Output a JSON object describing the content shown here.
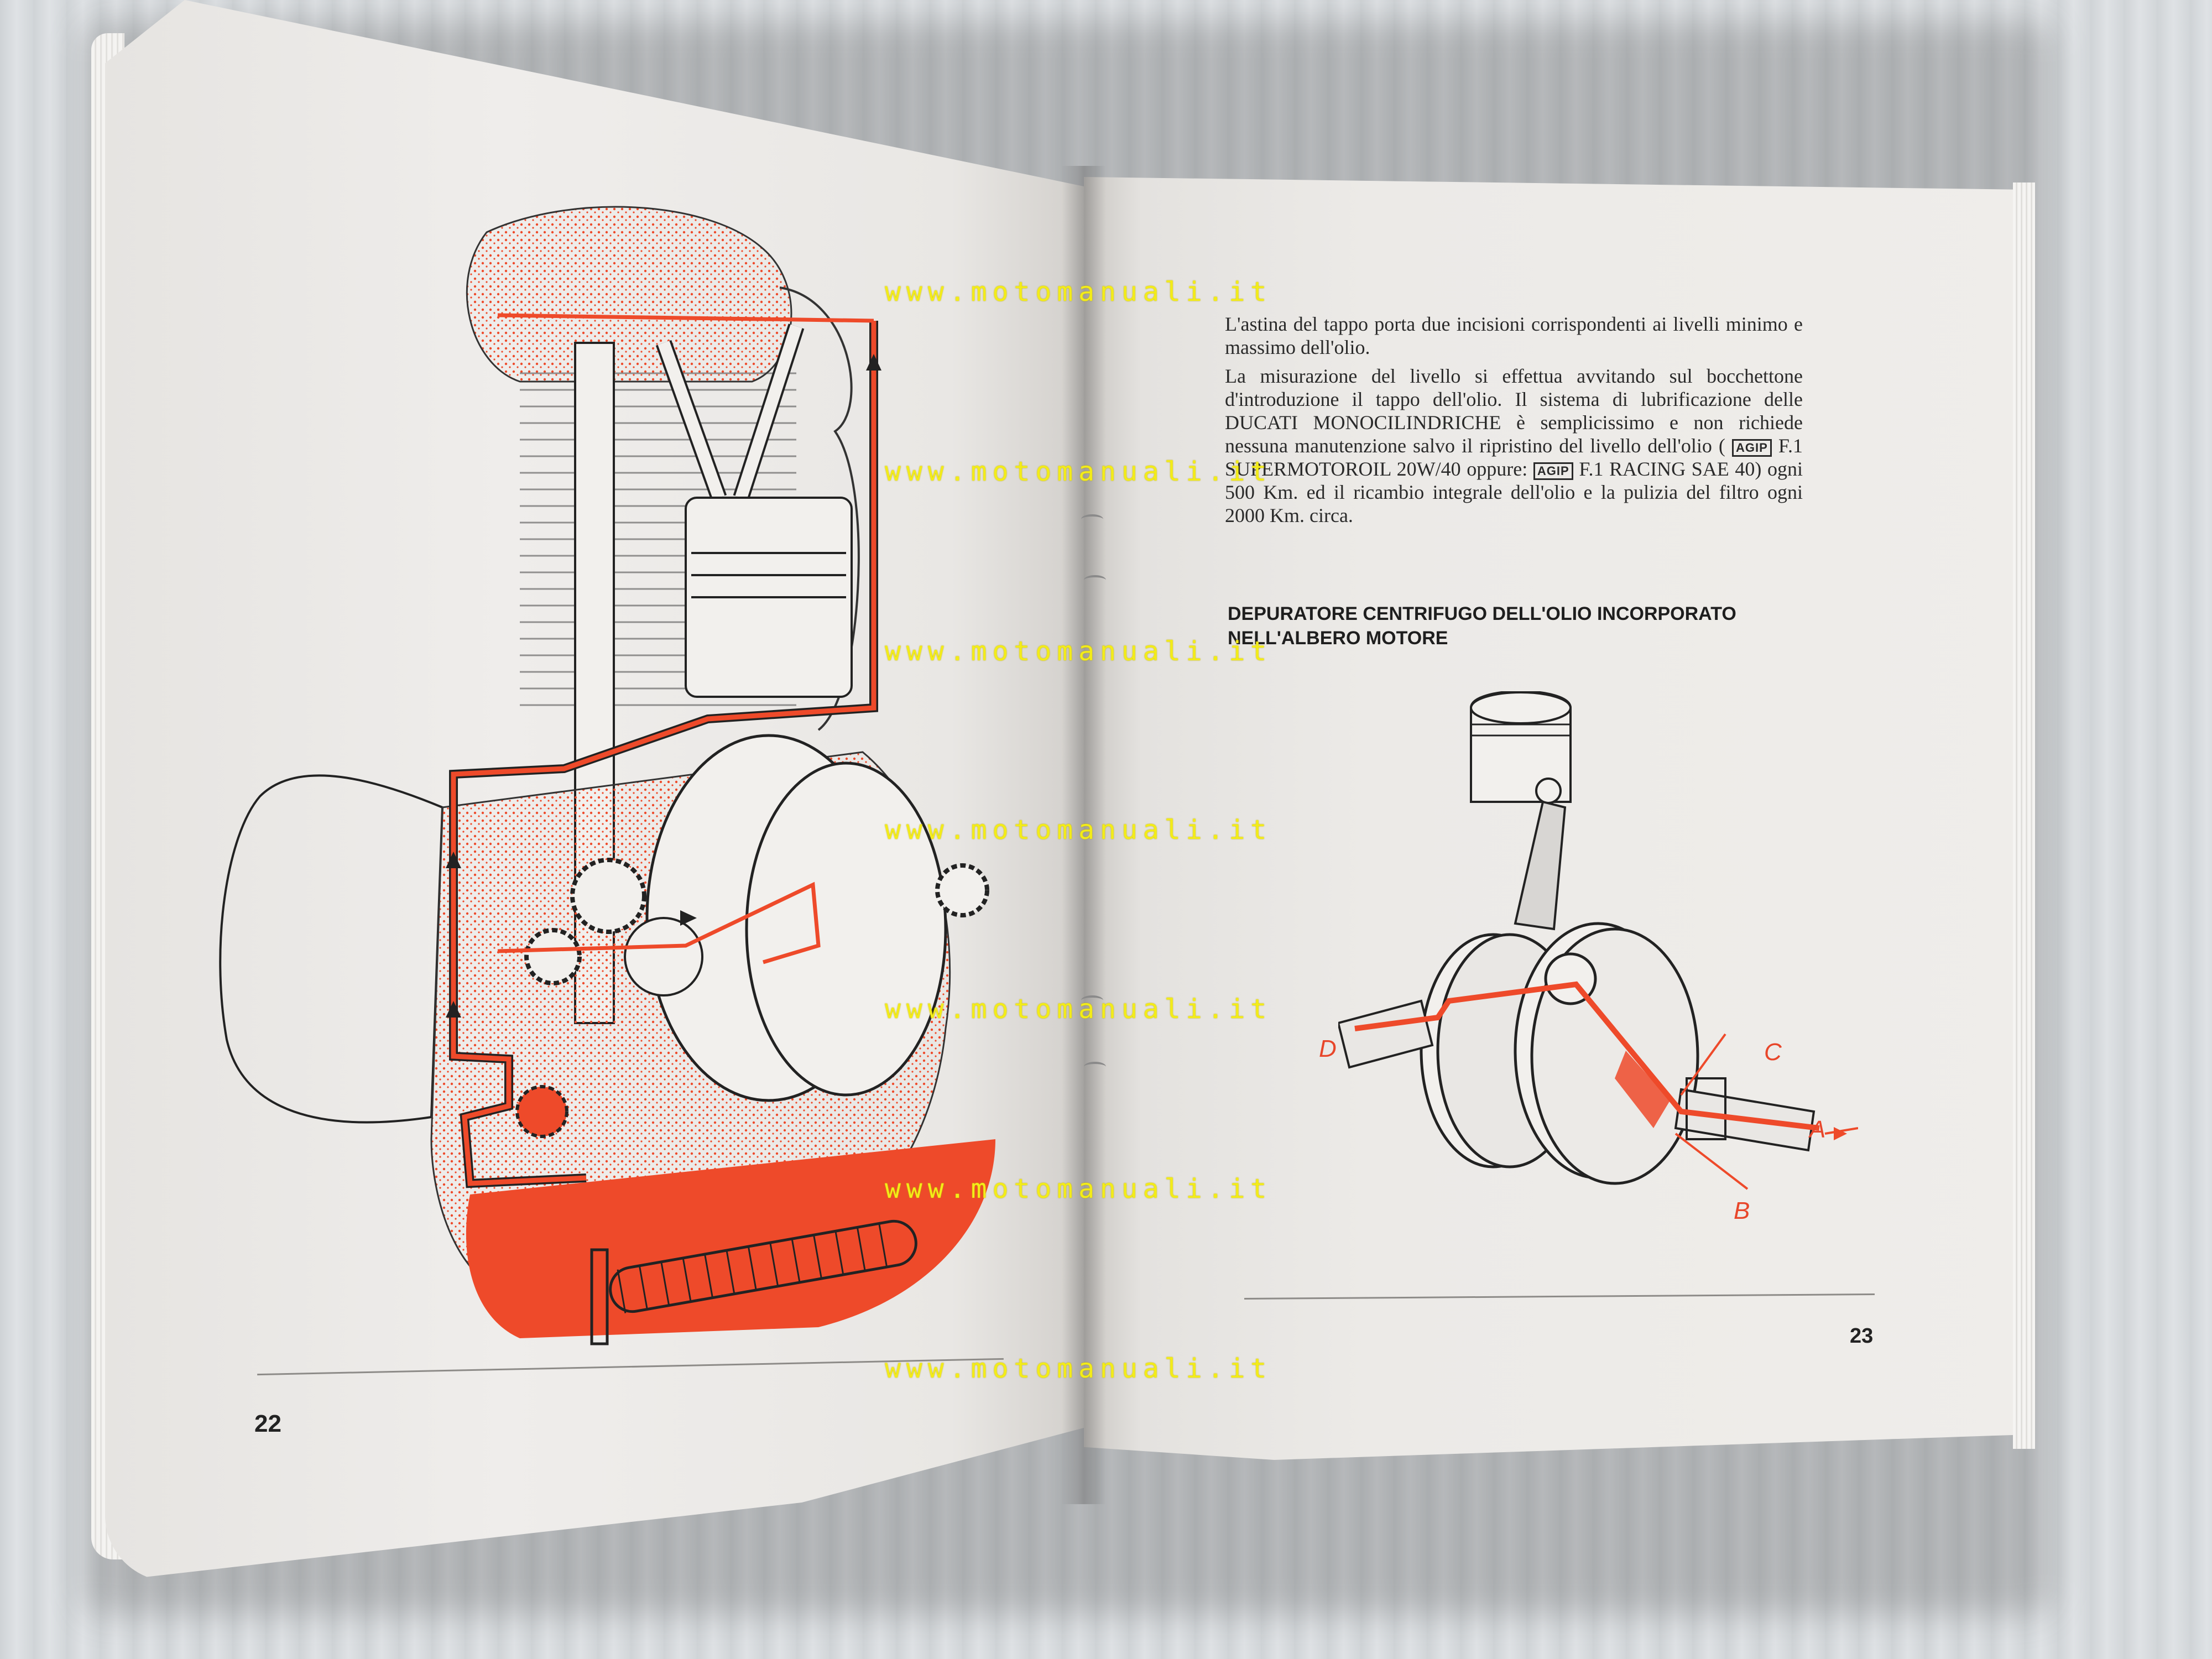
{
  "left_page": {
    "page_number": "22"
  },
  "right_page": {
    "page_number": "23",
    "paragraph_1": "L'astina del tappo porta due incisioni corrispondenti ai livelli minimo e massimo dell'olio.",
    "paragraph_2_start": "La misurazione del livello si effettua avvitando sul bocchettone d'introduzione il tappo dell'olio. Il sistema di lubrificazione delle DUCATI MONOCILINDRICHE è semplicissimo e non richiede nessuna manutenzione salvo il ripristino del livello dell'olio (",
    "brand_mark": "AGIP",
    "paragraph_2_mid": "F.1 SUPERMOTOROIL 20W/40 oppure:",
    "paragraph_2_end": "F.1 RACING SAE 40) ogni 500 Km. ed il ricambio integrale dell'olio e la pulizia del filtro ogni 2000 Km. circa.",
    "heading": "DEPURATORE CENTRIFUGO DELL'OLIO INCORPORATO NELL'ALBERO MOTORE",
    "diagram_labels": {
      "a": "A",
      "b": "B",
      "c": "C",
      "d": "D"
    }
  },
  "watermark": "www.motomanuali.it",
  "colors": {
    "oil_red": "#ee4a2a",
    "watermark_yellow": "#f3ec18",
    "paper": "#eceae7"
  }
}
